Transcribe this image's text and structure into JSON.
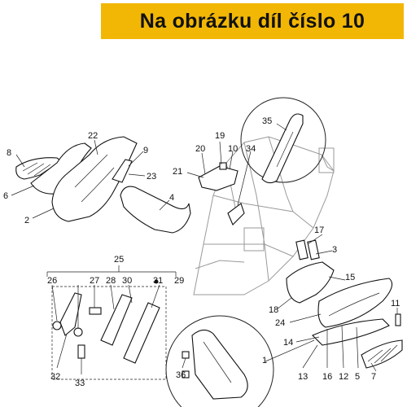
{
  "banner": {
    "text": "Na obrázku díl číslo 10",
    "color": "#f2b705"
  },
  "callouts": {
    "c1": "1",
    "c2": "2",
    "c3": "3",
    "c4": "4",
    "c5": "5",
    "c6": "6",
    "c7": "7",
    "c8": "8",
    "c9": "9",
    "c10": "10",
    "c11": "11",
    "c12": "12",
    "c13": "13",
    "c14": "14",
    "c15": "15",
    "c16": "16",
    "c17": "17",
    "c18": "18",
    "c19": "19",
    "c20": "20",
    "c21": "21",
    "c22": "22",
    "c23": "23",
    "c24": "24",
    "c25": "25",
    "c26": "26",
    "c27": "27",
    "c28": "28",
    "c29": "29",
    "c30": "30",
    "c31": "31",
    "c32": "32",
    "c33": "33",
    "c34": "34",
    "c35": "35",
    "c36": "36"
  }
}
